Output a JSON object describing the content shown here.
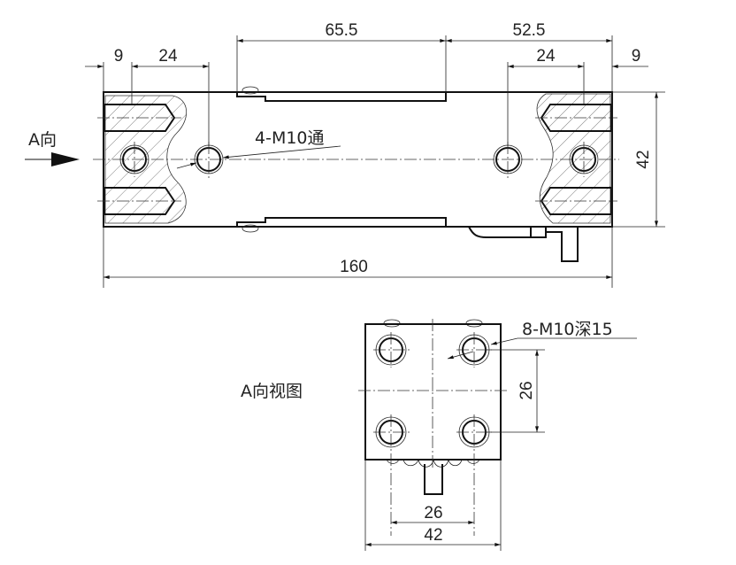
{
  "top_view": {
    "dims": {
      "d_65_5": "65.5",
      "d_52_5": "52.5",
      "d_9_left": "9",
      "d_24_left": "24",
      "d_24_right": "24",
      "d_9_right": "9",
      "d_160": "160",
      "d_42": "42"
    },
    "direction_label": "A向",
    "hole_callout": "4-M10通"
  },
  "end_view": {
    "title": "A向视图",
    "hole_callout": "8-M10深15",
    "dims": {
      "d_26_vertical": "26",
      "d_26_horizontal": "26",
      "d_42": "42"
    }
  }
}
